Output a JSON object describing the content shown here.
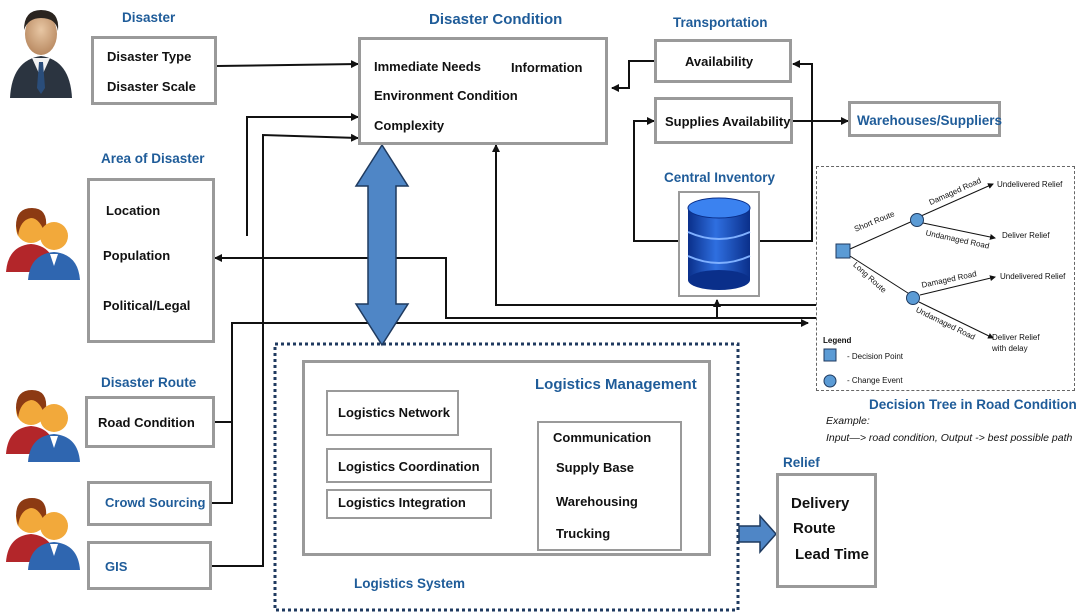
{
  "disaster": {
    "title": "Disaster",
    "type": "Disaster Type",
    "scale": "Disaster Scale"
  },
  "condition": {
    "title": "Disaster Condition",
    "immediate": "Immediate Needs",
    "information": "Information",
    "environment": "Environment Condition",
    "complexity": "Complexity"
  },
  "transportation": {
    "title": "Transportation",
    "availability": "Availability",
    "supplies": "Supplies Availability"
  },
  "warehouses": "Warehouses/Suppliers",
  "inventory": {
    "title": "Central Inventory"
  },
  "area": {
    "title": "Area of Disaster",
    "location": "Location",
    "population": "Population",
    "political": "Political/Legal"
  },
  "route": {
    "title": "Disaster Route",
    "road": "Road Condition"
  },
  "crowd": "Crowd Sourcing",
  "gis": "GIS",
  "logistics": {
    "management": "Logistics Management",
    "network": "Logistics Network",
    "coordination": "Logistics Coordination",
    "integration": "Logistics Integration",
    "items": [
      "Communication",
      "Supply Base",
      "Warehousing",
      "Trucking"
    ],
    "system": "Logistics System"
  },
  "relief": {
    "title": "Relief",
    "items": [
      "Delivery",
      "Route",
      "Lead Time"
    ]
  },
  "tree": {
    "short_route": "Short Route",
    "long_route": "Long Route",
    "damaged1": "Damaged Road",
    "undamaged1": "Undamaged Road",
    "damaged2": "Damaged Road",
    "undamaged2": "Undamaged Road",
    "out1": "Undelivered Relief",
    "out2": "Deliver Relief",
    "out3": "Undelivered Relief",
    "out4a": "Deliver Relief",
    "out4b": "with delay",
    "legend": "Legend",
    "decision": "- Decision Point",
    "change": "- Change Event",
    "caption": "Decision Tree  in Road Condition",
    "example": "Example:",
    "example_line": "Input—> road condition, Output -> best possible path"
  },
  "colors": {
    "heading": "#1f5c99",
    "arrow_fill": "#4f86c6",
    "border": "#9a9a9a",
    "dotted": "#1f3a5f",
    "node": "#5b9bd5"
  }
}
